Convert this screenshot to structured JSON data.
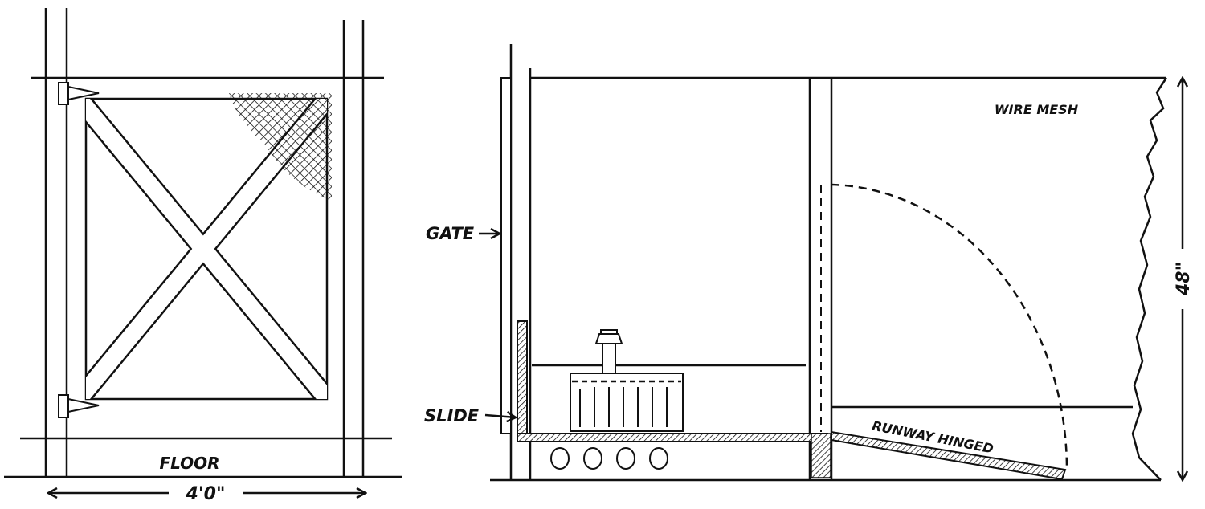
{
  "left_view": {
    "floor_label": "FLOOR",
    "width_dimension": "4'0\""
  },
  "right_view": {
    "gate_label": "GATE",
    "slide_label": "SLIDE",
    "wire_mesh_label": "WIRE MESH",
    "runway_label": "RUNWAY HINGED",
    "height_dimension": "48\""
  },
  "colors": {
    "ink": "#111111",
    "paper": "#ffffff"
  }
}
